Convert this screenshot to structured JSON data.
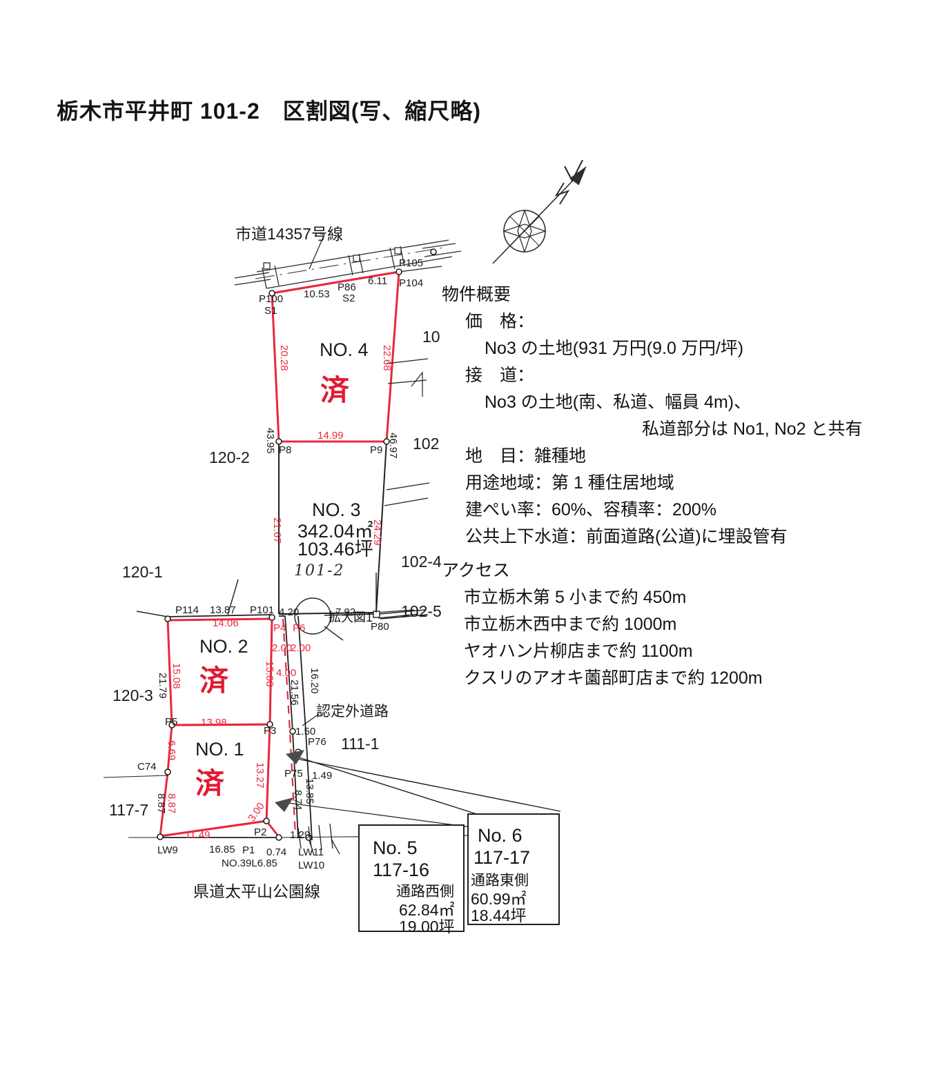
{
  "title": "栃木市平井町 101-2　区割図(写、縮尺略)",
  "overview": {
    "heading": "物件概要",
    "price_label": "価　格：",
    "price_value": "No3 の土地(931 万円(9.0 万円/坪)",
    "access_road_label": "接　道：",
    "access_road_value": "No3 の土地(南、私道、幅員 4m)、",
    "access_road_note": "私道部分は No1, No2 と共有",
    "land_category": "地　目：雑種地",
    "use_district": "用途地域：第 1 種住居地域",
    "coverage_ratio": "建ぺい率：60%、容積率：200%",
    "utilities": "公共上下水道：前面道路(公道)に埋設管有"
  },
  "access": {
    "heading": "アクセス",
    "items": [
      "市立栃木第 5 小まで約 450m",
      "市立栃木西中まで約 1000m",
      "ヤオハン片柳店まで約 1100m",
      "クスリのアオキ薗部町店まで約 1200m"
    ]
  },
  "map": {
    "road_top": "市道14357号線",
    "road_bottom": "県道太平山公園線",
    "road_unapproved": "認定外道路",
    "detail_callout": "拡大図1",
    "sold_stamp": "済",
    "handwritten_parcel": "101-2",
    "lots": {
      "no4": {
        "name": "NO. 4"
      },
      "no3": {
        "name": "NO. 3",
        "area_sqm": "342.04㎡",
        "area_tsubo": "103.46坪"
      },
      "no2": {
        "name": "NO. 2"
      },
      "no1": {
        "name": "NO. 1"
      }
    },
    "parcels": [
      "120-2",
      "120-1",
      "120-3",
      "102-4",
      "102-5",
      "111-1",
      "117-7",
      "10",
      "102"
    ],
    "points": [
      "P100",
      "S1",
      "P86",
      "S2",
      "P105",
      "P104",
      "P8",
      "P9",
      "P114",
      "P101",
      "P4",
      "P6",
      "P80",
      "P5",
      "P3",
      "P76",
      "P75",
      "C74",
      "LW9",
      "P1",
      "P2",
      "LW10",
      "LW11"
    ],
    "dimensions": {
      "no4_top_left": "10.53",
      "no4_top_right": "6.11",
      "no4_left": "20.28",
      "no4_right": "22.68",
      "no4_bottom": "14.99",
      "no3_left_outer": "43.95",
      "no3_right_outer": "46.97",
      "no3_left": "21.67",
      "no3_right": "24.29",
      "no3_bottom_left": "4.20",
      "no3_bottom_right": "7.92",
      "no2_top_black": "13.87",
      "no2_top_red": "14.06",
      "no2_left": "15.08",
      "no2_right": "15.08",
      "no2_left_outer": "21.79",
      "no2_bottom": "13.98",
      "no1_left": "6.69",
      "no1_left_lower": "8.87",
      "no1_left_lower_red": "8.87",
      "no1_right": "13.27",
      "no1_bottom_red": "11.49",
      "no1_bottom_black": "16.85",
      "no1_corner": "3.00",
      "path_a": "2.00",
      "path_b": "2.00",
      "path_c": "4.00",
      "path_len": "21.56",
      "path_len2": "16.20",
      "path_len3": "13.85",
      "path_small1": "1.50",
      "path_small2": "1.49",
      "path_small3": "1.29",
      "path_small4": "0.74",
      "path_small5": "8.74",
      "bottom_note": "NO.39L6.85"
    },
    "detail_boxes": [
      {
        "name": "No. 5",
        "parcel": "117-16",
        "side": "通路西側",
        "area_sqm": "62.84㎡",
        "area_tsubo": "19.00坪"
      },
      {
        "name": "No. 6",
        "parcel": "117-17",
        "side": "通路東側",
        "area_sqm": "60.99㎡",
        "area_tsubo": "18.44坪"
      }
    ],
    "compass": "N"
  },
  "colors": {
    "lot_boundary": "#e8283c",
    "stamp": "#e01b30",
    "ink": "#1a1a1a"
  }
}
